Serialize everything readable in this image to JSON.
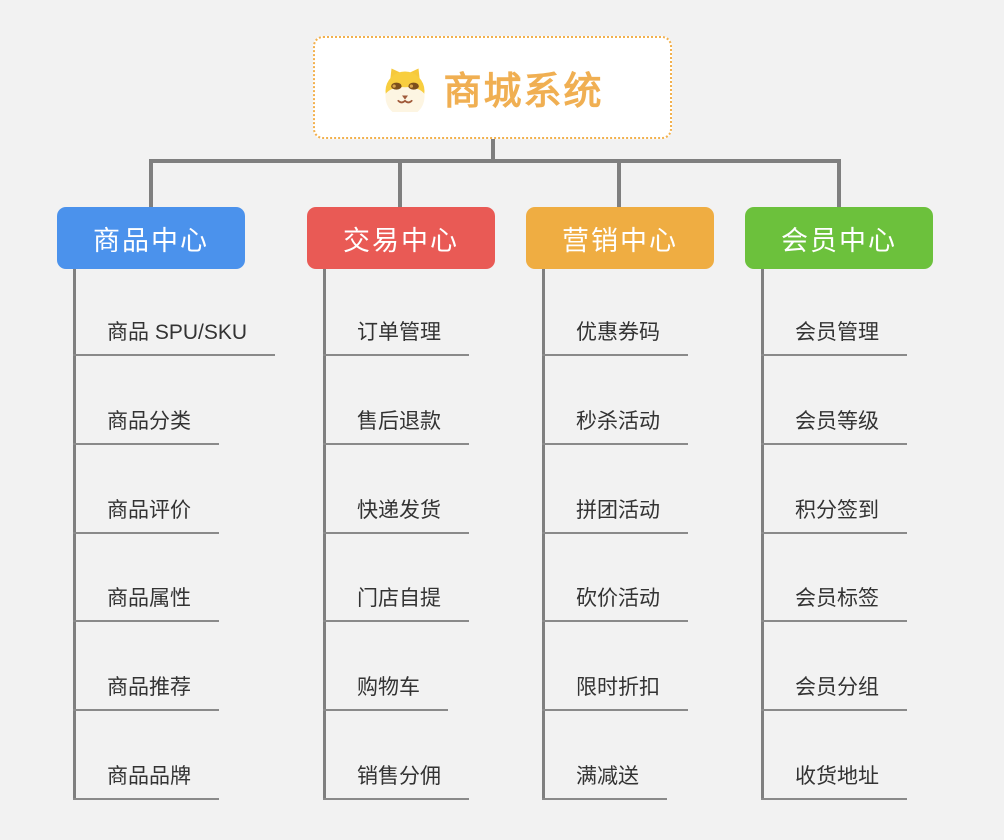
{
  "root": {
    "title": "商城系统",
    "icon": "doge-icon"
  },
  "branches": [
    {
      "label": "商品中心",
      "color": "#4B92EC",
      "items": [
        "商品 SPU/SKU",
        "商品分类",
        "商品评价",
        "商品属性",
        "商品推荐",
        "商品品牌"
      ]
    },
    {
      "label": "交易中心",
      "color": "#E95A55",
      "items": [
        "订单管理",
        "售后退款",
        "快递发货",
        "门店自提",
        "购物车",
        "销售分佣"
      ]
    },
    {
      "label": "营销中心",
      "color": "#EFAD42",
      "items": [
        "优惠券码",
        "秒杀活动",
        "拼团活动",
        "砍价活动",
        "限时折扣",
        "满减送"
      ]
    },
    {
      "label": "会员中心",
      "color": "#6CC13C",
      "items": [
        "会员管理",
        "会员等级",
        "积分签到",
        "会员标签",
        "会员分组",
        "收货地址"
      ]
    }
  ],
  "colors": {
    "background": "#F2F2F2",
    "connector": "#7F7F7F",
    "leaf_underline": "#8A8A8A",
    "leaf_text": "#333333",
    "root_text": "#F0AF52",
    "root_border": "#F2B14E",
    "root_background": "#FFFFFF"
  }
}
